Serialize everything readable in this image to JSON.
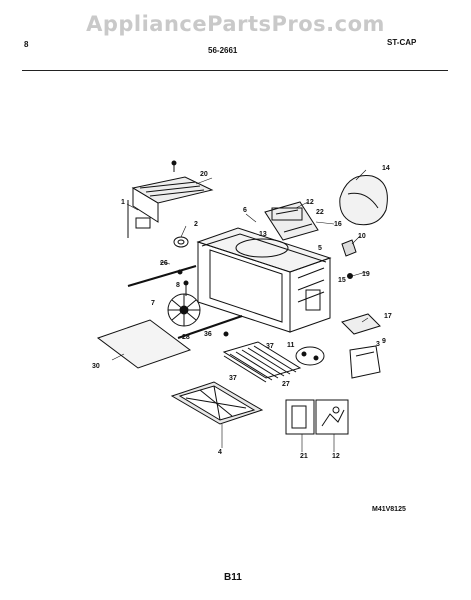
{
  "watermark": "AppliancePartsPros.com",
  "header": {
    "left_mark": "8",
    "model": "56-2661",
    "right_code": "ST-CAP"
  },
  "diagram": {
    "callouts": [
      "1",
      "2",
      "3",
      "4",
      "5",
      "6",
      "7",
      "8",
      "9",
      "10",
      "11",
      "12",
      "12",
      "13",
      "14",
      "15",
      "16",
      "17",
      "19",
      "20",
      "21",
      "22",
      "26",
      "27",
      "28",
      "30",
      "36",
      "37",
      "37"
    ]
  },
  "footer": {
    "figure_code": "M41V8125",
    "page": "B11"
  }
}
